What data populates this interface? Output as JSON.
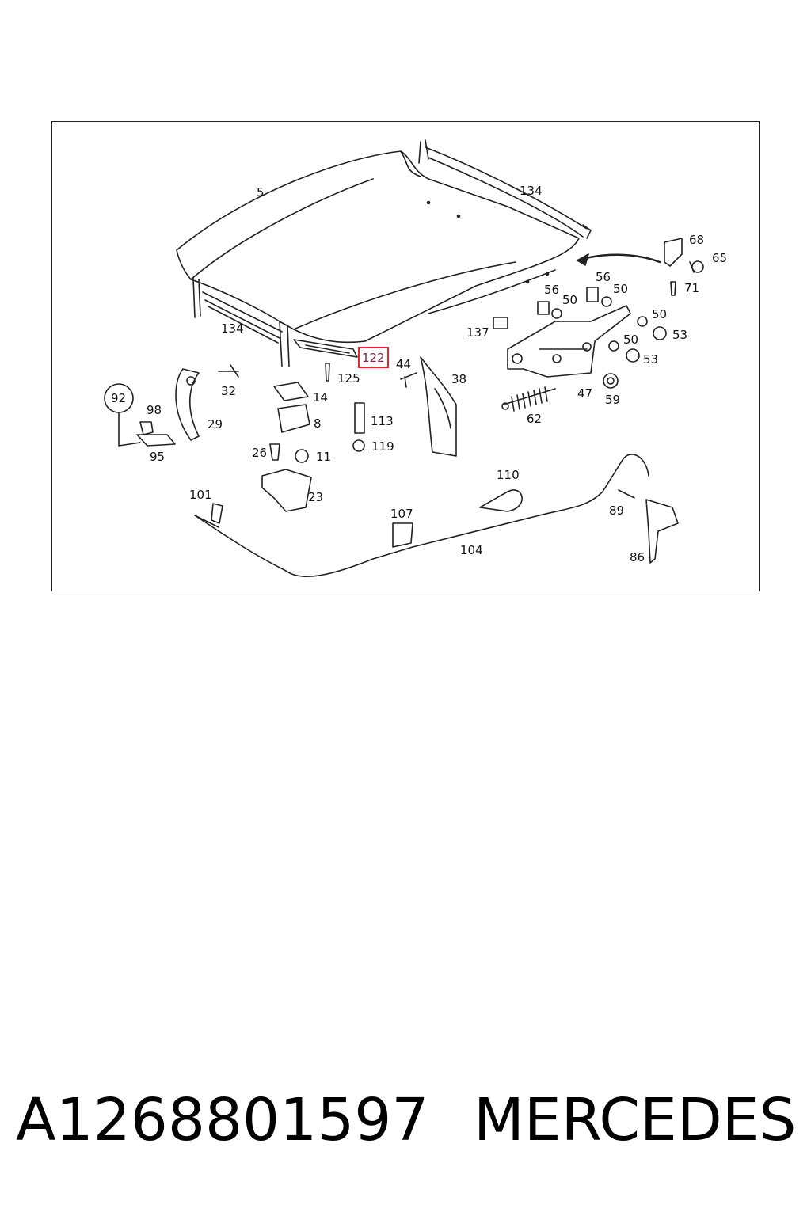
{
  "callouts": {
    "c5": "5",
    "c134a": "134",
    "c134b": "134",
    "c68": "68",
    "c65": "65",
    "c71": "71",
    "c56a": "56",
    "c50a": "50",
    "c56b": "56",
    "c50b": "50",
    "c50c": "50",
    "c53a": "53",
    "c50d": "50",
    "c53b": "53",
    "c137": "137",
    "c122": "122",
    "c44": "44",
    "c38": "38",
    "c125": "125",
    "c32": "32",
    "c14": "14",
    "c8": "8",
    "c29": "29",
    "c92": "92",
    "c98": "98",
    "c95": "95",
    "c113": "113",
    "c119": "119",
    "c26": "26",
    "c11": "11",
    "c23": "23",
    "c47": "47",
    "c59": "59",
    "c62": "62",
    "c110": "110",
    "c101": "101",
    "c107": "107",
    "c104": "104",
    "c89": "89",
    "c86": "86"
  },
  "highlighted_callout": "122",
  "footer": {
    "part_number": "A1268801597",
    "brand": "MERCEDES"
  }
}
